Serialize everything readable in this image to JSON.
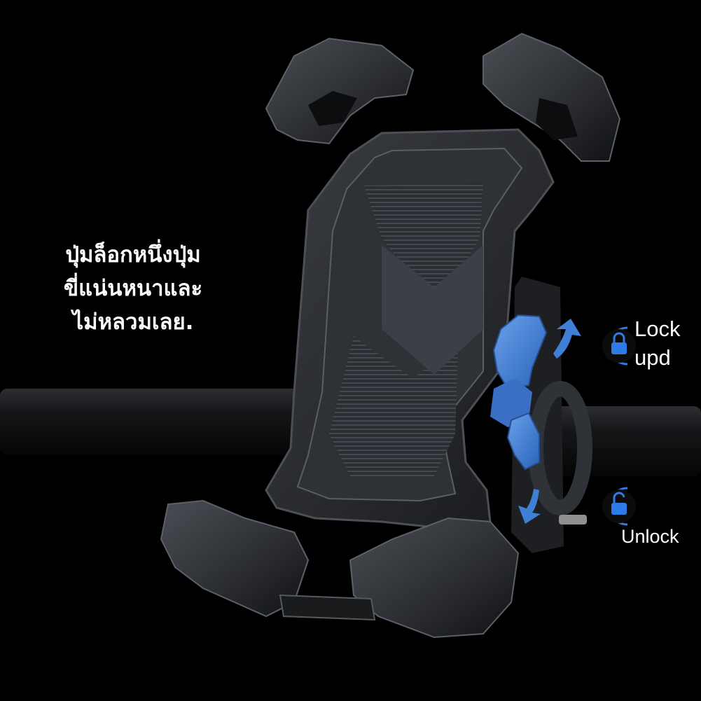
{
  "caption": {
    "line1": "ปุ่มล็อกหนึ่งปุ่ม",
    "line2": "ขี่แน่นหนาและ",
    "line3": "ไม่หลวมเลย."
  },
  "lock_callout": {
    "line1": "Lock",
    "line2": "upd",
    "icon": "padlock-closed-icon"
  },
  "unlock_callout": {
    "label": "Unlock",
    "icon": "padlock-open-icon"
  },
  "colors": {
    "background": "#000000",
    "accent_blue": "#3f7fd6",
    "holder_dark": "#2a2d31",
    "text": "#ffffff"
  }
}
